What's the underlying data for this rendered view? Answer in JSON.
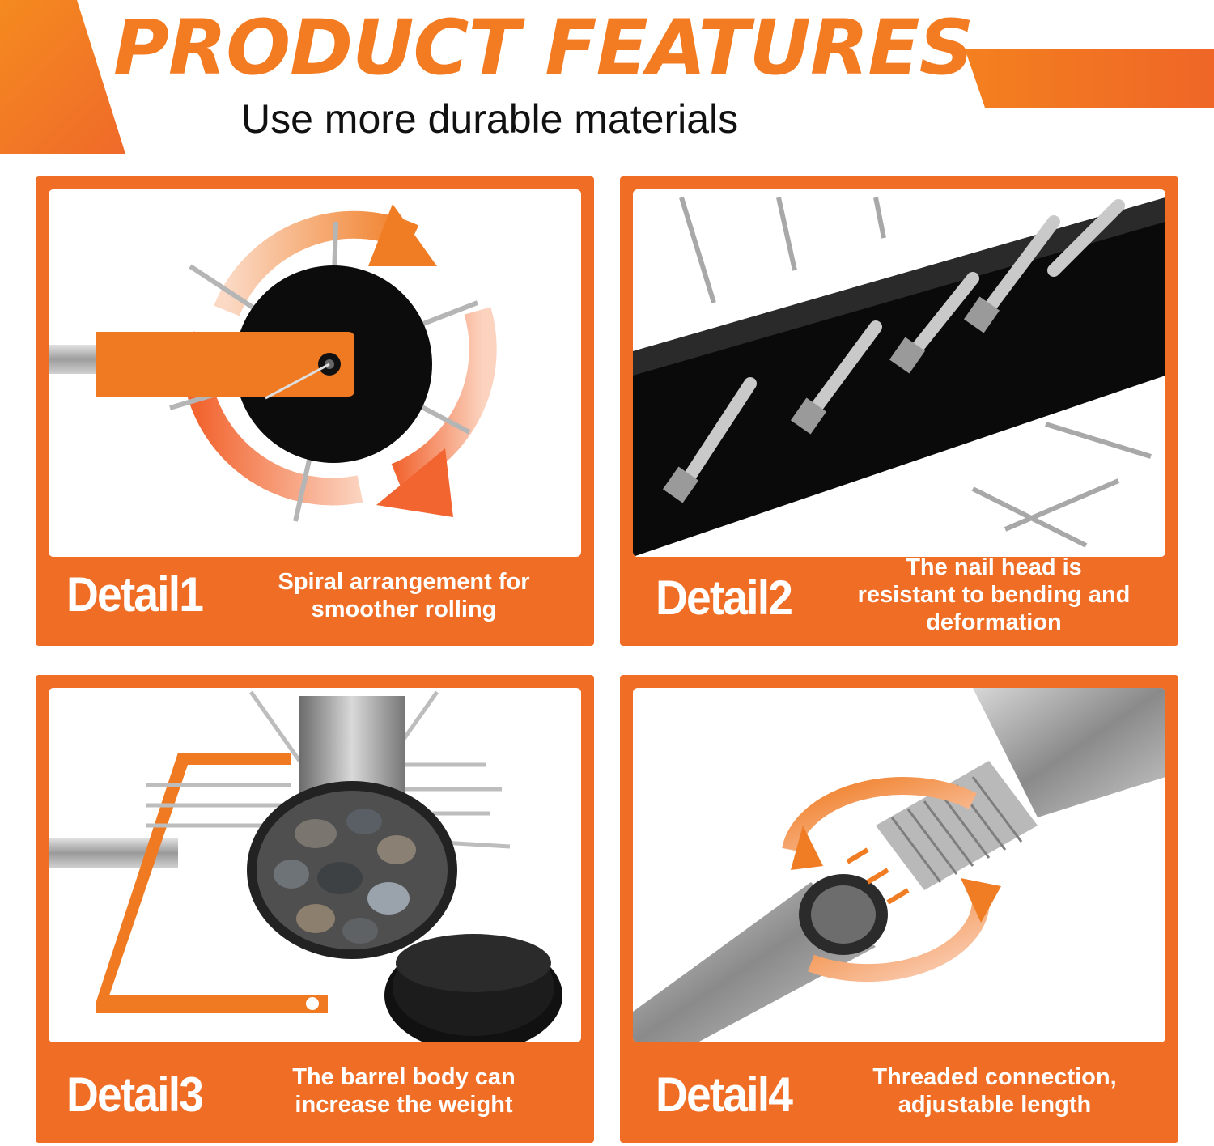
{
  "header": {
    "title": "PRODUCT FEATURES",
    "subtitle": "Use more durable materials"
  },
  "details": [
    {
      "title": "Detail1",
      "desc_lines": [
        "Spiral arrangement for",
        "smoother rolling"
      ]
    },
    {
      "title": "Detail2",
      "desc_lines": [
        "The nail head is",
        "resistant to bending and",
        "deformation"
      ]
    },
    {
      "title": "Detail3",
      "desc_lines": [
        "The barrel body can",
        "increase the weight"
      ]
    },
    {
      "title": "Detail4",
      "desc_lines": [
        "Threaded connection,",
        "adjustable length"
      ]
    }
  ],
  "colors": {
    "accent": "#ef6d24",
    "headline": "#f37b21",
    "text_dark": "#111111",
    "text_light": "#ffffff"
  }
}
